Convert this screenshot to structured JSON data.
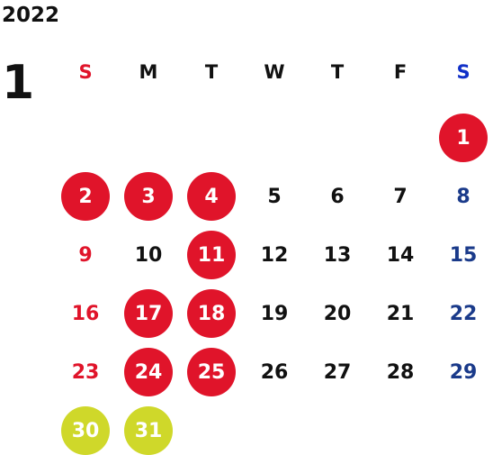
{
  "calendar": {
    "year": "2022",
    "month": "1",
    "weekdays": [
      "S",
      "M",
      "T",
      "W",
      "T",
      "F",
      "S"
    ],
    "weekday_colors": [
      "#e0142a",
      "#111111",
      "#111111",
      "#111111",
      "#111111",
      "#111111",
      "#1030c8"
    ],
    "colors": {
      "holiday_circle": "#e0142a",
      "special_circle": "#cfd82a",
      "sunday_text": "#e0142a",
      "saturday_text": "#1a3a8a",
      "default_text": "#111111",
      "circle_text": "#ffffff"
    },
    "days": [
      {
        "day": "1",
        "col": 6,
        "row": 0,
        "mark": "holiday"
      },
      {
        "day": "2",
        "col": 0,
        "row": 1,
        "mark": "holiday"
      },
      {
        "day": "3",
        "col": 1,
        "row": 1,
        "mark": "holiday"
      },
      {
        "day": "4",
        "col": 2,
        "row": 1,
        "mark": "holiday"
      },
      {
        "day": "5",
        "col": 3,
        "row": 1,
        "mark": "none"
      },
      {
        "day": "6",
        "col": 4,
        "row": 1,
        "mark": "none"
      },
      {
        "day": "7",
        "col": 5,
        "row": 1,
        "mark": "none"
      },
      {
        "day": "8",
        "col": 6,
        "row": 1,
        "mark": "none"
      },
      {
        "day": "9",
        "col": 0,
        "row": 2,
        "mark": "none"
      },
      {
        "day": "10",
        "col": 1,
        "row": 2,
        "mark": "none"
      },
      {
        "day": "11",
        "col": 2,
        "row": 2,
        "mark": "holiday"
      },
      {
        "day": "12",
        "col": 3,
        "row": 2,
        "mark": "none"
      },
      {
        "day": "13",
        "col": 4,
        "row": 2,
        "mark": "none"
      },
      {
        "day": "14",
        "col": 5,
        "row": 2,
        "mark": "none"
      },
      {
        "day": "15",
        "col": 6,
        "row": 2,
        "mark": "none"
      },
      {
        "day": "16",
        "col": 0,
        "row": 3,
        "mark": "none"
      },
      {
        "day": "17",
        "col": 1,
        "row": 3,
        "mark": "holiday"
      },
      {
        "day": "18",
        "col": 2,
        "row": 3,
        "mark": "holiday"
      },
      {
        "day": "19",
        "col": 3,
        "row": 3,
        "mark": "none"
      },
      {
        "day": "20",
        "col": 4,
        "row": 3,
        "mark": "none"
      },
      {
        "day": "21",
        "col": 5,
        "row": 3,
        "mark": "none"
      },
      {
        "day": "22",
        "col": 6,
        "row": 3,
        "mark": "none"
      },
      {
        "day": "23",
        "col": 0,
        "row": 4,
        "mark": "none"
      },
      {
        "day": "24",
        "col": 1,
        "row": 4,
        "mark": "holiday"
      },
      {
        "day": "25",
        "col": 2,
        "row": 4,
        "mark": "holiday"
      },
      {
        "day": "26",
        "col": 3,
        "row": 4,
        "mark": "none"
      },
      {
        "day": "27",
        "col": 4,
        "row": 4,
        "mark": "none"
      },
      {
        "day": "28",
        "col": 5,
        "row": 4,
        "mark": "none"
      },
      {
        "day": "29",
        "col": 6,
        "row": 4,
        "mark": "none"
      },
      {
        "day": "30",
        "col": 0,
        "row": 5,
        "mark": "special"
      },
      {
        "day": "31",
        "col": 1,
        "row": 5,
        "mark": "special"
      }
    ]
  }
}
